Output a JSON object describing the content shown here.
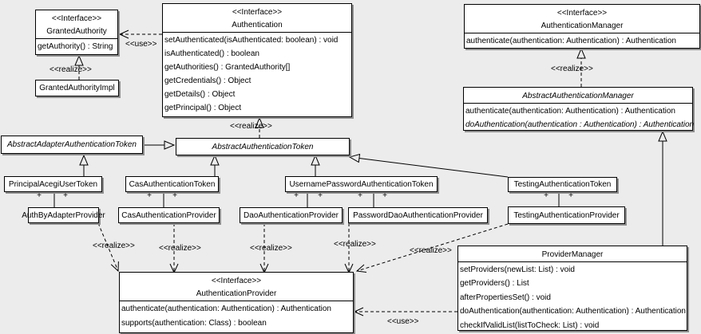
{
  "diagram": {
    "background": "#ececec",
    "box_fill": "#ffffff",
    "line_color": "#000000",
    "shadow_color": "#8f8f8f",
    "label_use": "<<use>>",
    "label_realize": "<<realize>>",
    "plus": "+"
  },
  "classes": {
    "granted_authority": {
      "stereotype": "<<Interface>>",
      "name": "GrantedAuthority",
      "methods": [
        "getAuthority() : String"
      ]
    },
    "granted_authority_impl": {
      "name": "GrantedAuthorityImpl"
    },
    "authentication": {
      "stereotype": "<<Interface>>",
      "name": "Authentication",
      "methods": [
        "setAuthenticated(isAuthenticated: boolean) : void",
        "isAuthenticated() : boolean",
        "getAuthorities() : GrantedAuthority[]",
        "getCredentials() : Object",
        "getDetails() : Object",
        "getPrincipal() : Object"
      ]
    },
    "authentication_manager": {
      "stereotype": "<<Interface>>",
      "name": "AuthenticationManager",
      "methods": [
        "authenticate(authentication: Authentication) : Authentication"
      ]
    },
    "abstract_authentication_manager": {
      "name": "AbstractAuthenticationManager",
      "methods": [
        "authenticate(authentication: Authentication) : Authentication",
        "doAuthentication(authentication : Authentication) : Authentication"
      ]
    },
    "abstract_adapter_authentication_token": {
      "name": "AbstractAdapterAuthenticationToken"
    },
    "abstract_authentication_token": {
      "name": "AbstractAuthenticationToken"
    },
    "principal_acegi_user_token": {
      "name": "PrincipalAcegiUserToken"
    },
    "cas_authentication_token": {
      "name": "CasAuthenticationToken"
    },
    "username_password_authentication_token": {
      "name": "UsernamePasswordAuthenticationToken"
    },
    "testing_authentication_token": {
      "name": "TestingAuthenticationToken"
    },
    "auth_by_adapter_provider": {
      "name": "AuthByAdapterProvider"
    },
    "cas_authentication_provider": {
      "name": "CasAuthenticationProvider"
    },
    "dao_authentication_provider": {
      "name": "DaoAuthenticationProvider"
    },
    "password_dao_authentication_provider": {
      "name": "PasswordDaoAuthenticationProvider"
    },
    "testing_authentication_provider": {
      "name": "TestingAuthenticationProvider"
    },
    "authentication_provider": {
      "stereotype": "<<Interface>>",
      "name": "AuthenticationProvider",
      "methods": [
        "authenticate(authentication: Authentication) : Authentication",
        "supports(authentication: Class) : boolean"
      ]
    },
    "provider_manager": {
      "name": "ProviderManager",
      "methods": [
        "setProviders(newList: List) : void",
        "getProviders() : List",
        "afterPropertiesSet() : void",
        "doAuthentication(authentication: Authentication) : Authentication",
        "checkIfValidList(listToCheck: List) : void"
      ]
    }
  }
}
